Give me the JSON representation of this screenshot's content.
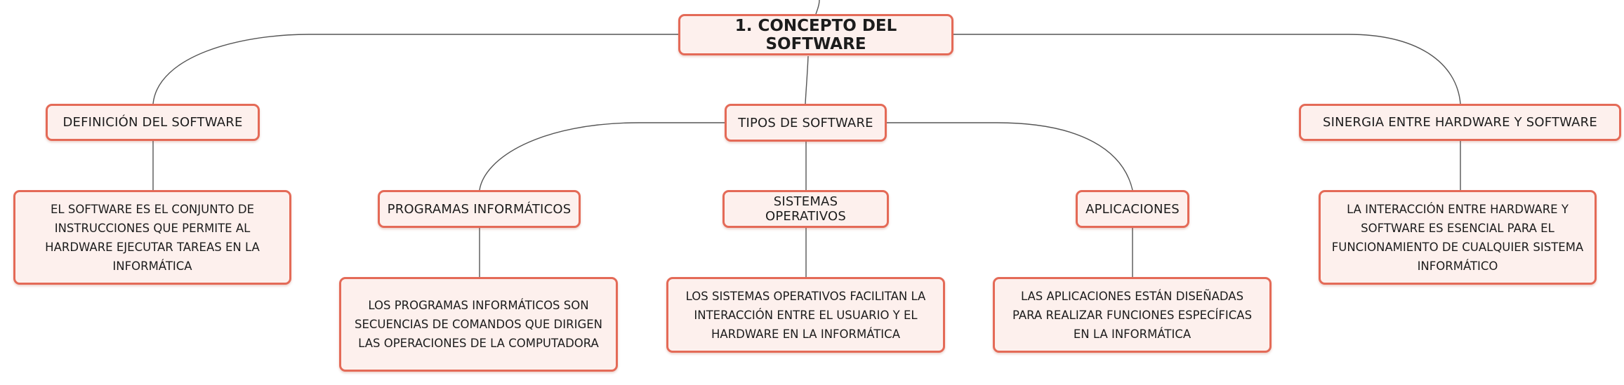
{
  "root": {
    "label": "1. CONCEPTO DEL SOFTWARE"
  },
  "definicion": {
    "label": "DEFINICIÓN DEL SOFTWARE",
    "detail": "EL SOFTWARE ES EL CONJUNTO DE INSTRUCCIONES QUE PERMITE AL HARDWARE EJECUTAR TAREAS EN LA INFORMÁTICA"
  },
  "tipos": {
    "label": "TIPOS DE SOFTWARE",
    "children": [
      {
        "label": "PROGRAMAS INFORMÁTICOS",
        "detail": "LOS PROGRAMAS INFORMÁTICOS SON SECUENCIAS DE COMANDOS QUE DIRIGEN LAS OPERACIONES DE LA COMPUTADORA"
      },
      {
        "label": "SISTEMAS OPERATIVOS",
        "detail": "LOS SISTEMAS OPERATIVOS FACILITAN LA INTERACCIÓN ENTRE EL USUARIO Y EL HARDWARE EN LA INFORMÁTICA"
      },
      {
        "label": "APLICACIONES",
        "detail": "LAS APLICACIONES ESTÁN DISEÑADAS PARA REALIZAR FUNCIONES ESPECÍFICAS EN LA INFORMÁTICA"
      }
    ]
  },
  "sinergia": {
    "label": "SINERGIA ENTRE HARDWARE Y SOFTWARE",
    "detail": "LA INTERACCIÓN ENTRE HARDWARE Y SOFTWARE ES ESENCIAL PARA EL FUNCIONAMIENTO DE CUALQUIER SISTEMA INFORMÁTICO"
  },
  "colors": {
    "node_border": "#e46a57",
    "node_fill": "#fdf0ed",
    "connector": "#555555"
  }
}
